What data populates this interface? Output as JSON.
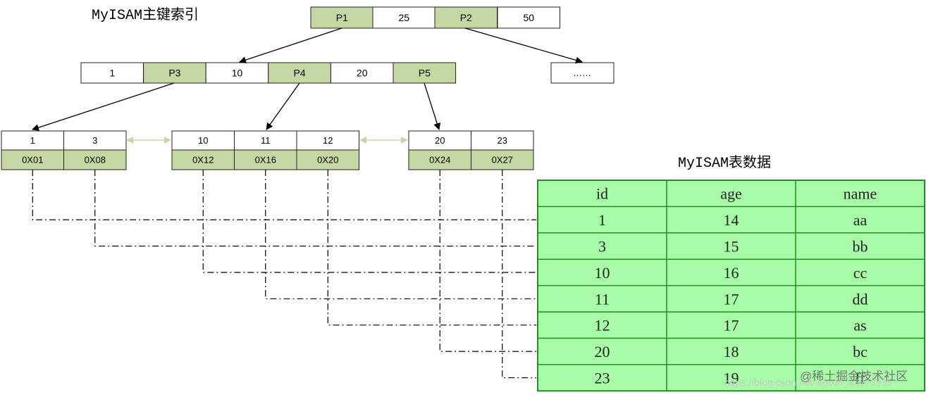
{
  "titles": {
    "index_title": "MyISAM主键索引",
    "table_title": "MyISAM表数据"
  },
  "colors": {
    "pointer_fill": "#c5d7a3",
    "cell_border": "#222222",
    "title_green": "#2fba5b",
    "table_fill": "#a8fca8",
    "table_border": "#1f8f1f",
    "sibling_arrow": "#c5d7a3"
  },
  "root_node": {
    "cells": [
      {
        "text": "P1",
        "type": "pointer"
      },
      {
        "text": "25",
        "type": "key"
      },
      {
        "text": "P2",
        "type": "pointer"
      },
      {
        "text": "50",
        "type": "key"
      }
    ]
  },
  "level2_node": {
    "cells": [
      {
        "text": "1",
        "type": "key"
      },
      {
        "text": "P3",
        "type": "pointer"
      },
      {
        "text": "10",
        "type": "key"
      },
      {
        "text": "P4",
        "type": "pointer"
      },
      {
        "text": "20",
        "type": "key"
      },
      {
        "text": "P5",
        "type": "pointer"
      }
    ]
  },
  "ellipsis_node": {
    "text": "……"
  },
  "leaf_nodes": [
    {
      "keys": [
        "1",
        "3"
      ],
      "addresses": [
        "0X01",
        "0X08"
      ]
    },
    {
      "keys": [
        "10",
        "11",
        "12"
      ],
      "addresses": [
        "0X12",
        "0X16",
        "0X20"
      ]
    },
    {
      "keys": [
        "20",
        "23"
      ],
      "addresses": [
        "0X24",
        "0X27"
      ]
    }
  ],
  "table": {
    "columns": [
      "id",
      "age",
      "name"
    ],
    "rows": [
      [
        "1",
        "14",
        "aa"
      ],
      [
        "3",
        "15",
        "bb"
      ],
      [
        "10",
        "16",
        "cc"
      ],
      [
        "11",
        "17",
        "dd"
      ],
      [
        "12",
        "17",
        "as"
      ],
      [
        "20",
        "18",
        "bc"
      ],
      [
        "23",
        "19",
        "ff"
      ]
    ]
  },
  "watermark": {
    "brand": "@稀土掘金技术社区",
    "url": "https://blog.csdn.net/weixin_43773935"
  }
}
